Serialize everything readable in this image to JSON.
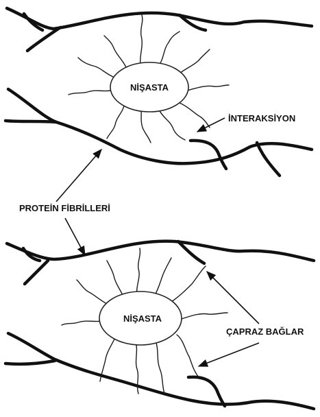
{
  "top_panel": {
    "granule_label": "NİŞASTA",
    "interaction_label": "İNTERAKSİYON"
  },
  "middle": {
    "fibril_label": "PROTEİN FİBRİLLERİ"
  },
  "bottom_panel": {
    "granule_label": "NİŞASTA",
    "crosslink_label": "ÇAPRAZ BAĞLAR"
  }
}
